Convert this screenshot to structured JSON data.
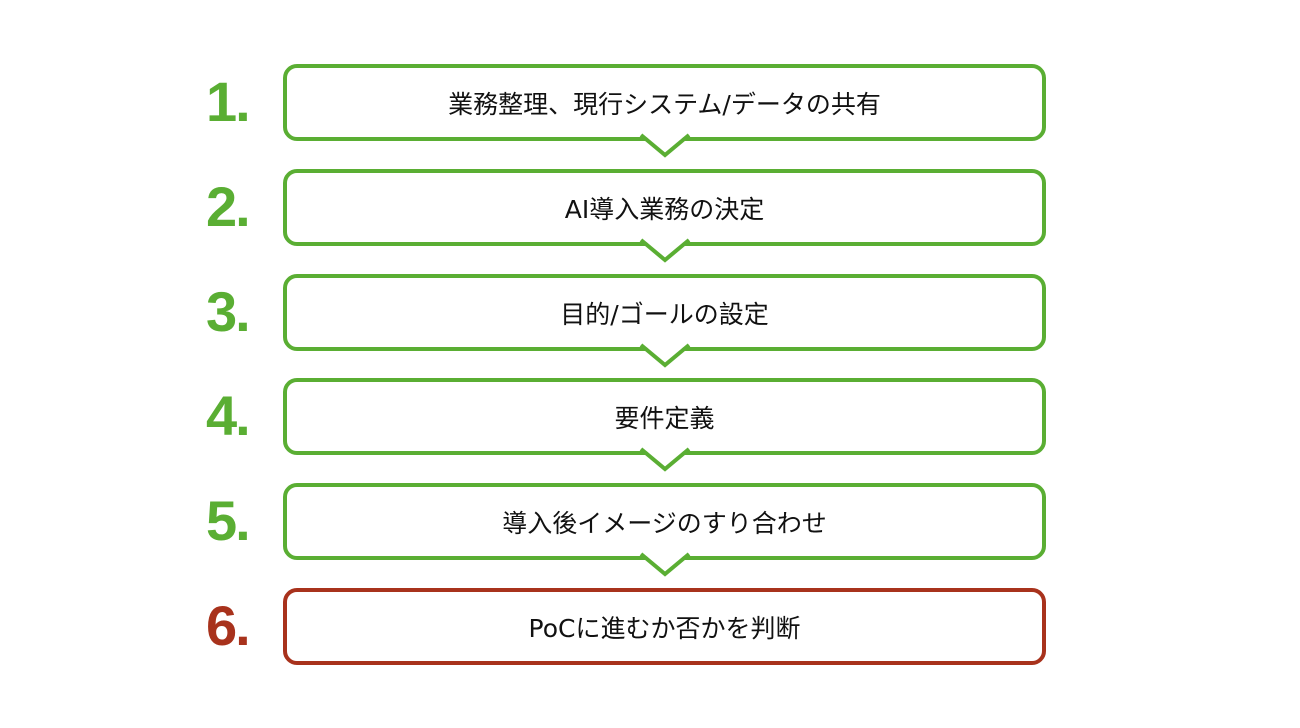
{
  "colors": {
    "green": "#5AAE33",
    "red": "#A8321C"
  },
  "steps": [
    {
      "number": "1.",
      "label": "業務整理、現行システム/データの共有",
      "color": "#5AAE33"
    },
    {
      "number": "2.",
      "label": "AI導入業務の決定",
      "color": "#5AAE33"
    },
    {
      "number": "3.",
      "label": "目的/ゴールの設定",
      "color": "#5AAE33"
    },
    {
      "number": "4.",
      "label": "要件定義",
      "color": "#5AAE33"
    },
    {
      "number": "5.",
      "label": "導入後イメージのすり合わせ",
      "color": "#5AAE33"
    },
    {
      "number": "6.",
      "label": "PoCに進むか否かを判断",
      "color": "#A8321C"
    }
  ]
}
